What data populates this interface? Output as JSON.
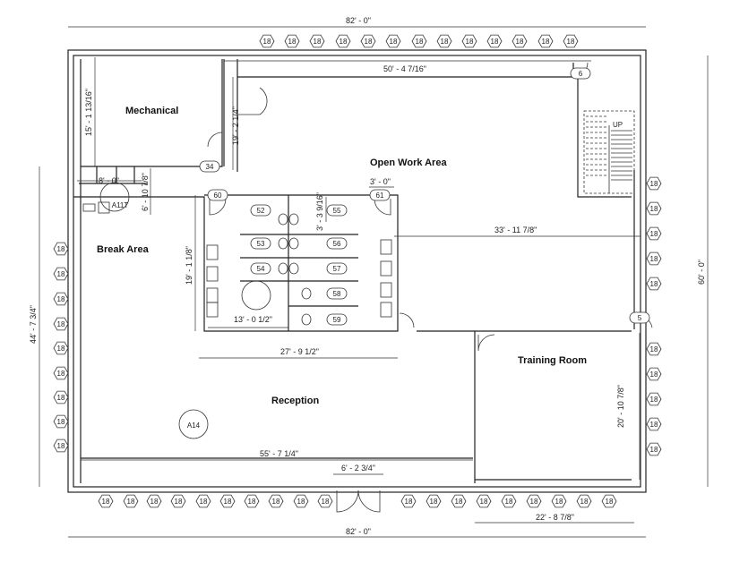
{
  "rooms": {
    "mechanical": "Mechanical",
    "open_work_area": "Open Work Area",
    "break_area": "Break Area",
    "reception": "Reception",
    "training_room": "Training Room"
  },
  "dimensions": {
    "top_overall": "82' - 0\"",
    "bottom_overall": "82' - 0\"",
    "right_overall": "60' - 0\"",
    "left_overall": "44' - 7 3/4\"",
    "open_work_width": "50' - 4 7/16\"",
    "mechanical_height": "15' - 1 13/16\"",
    "corridor_height": "19' - 2 1/4\"",
    "small_width": "8' - 0\"",
    "small_height": "6' - 10 7/8\"",
    "door_width": "3' - 0\"",
    "stall_depth": "3' - 3 9/16\"",
    "restroom_height": "19' - 1 1/8\"",
    "restroom_inner": "13' - 0 1/2\"",
    "restroom_width": "27' - 9 1/2\"",
    "open_work_lower": "33' - 11 7/8\"",
    "training_height": "20' - 10 7/8\"",
    "reception_width": "55' - 7 1/4\"",
    "entry_width": "6' - 2 3/4\"",
    "training_width": "22' - 8 7/8\""
  },
  "door_tags": {
    "d6": "6",
    "d34": "34",
    "d60": "60",
    "d61": "61",
    "d5": "5",
    "d52": "52",
    "d53": "53",
    "d54": "54",
    "d55": "55",
    "d56": "56",
    "d57": "57",
    "d58": "58",
    "d59": "59"
  },
  "equipment_tags": {
    "a11t": "A11T",
    "a14": "A14"
  },
  "stair_label": "UP",
  "window_tag": "18"
}
